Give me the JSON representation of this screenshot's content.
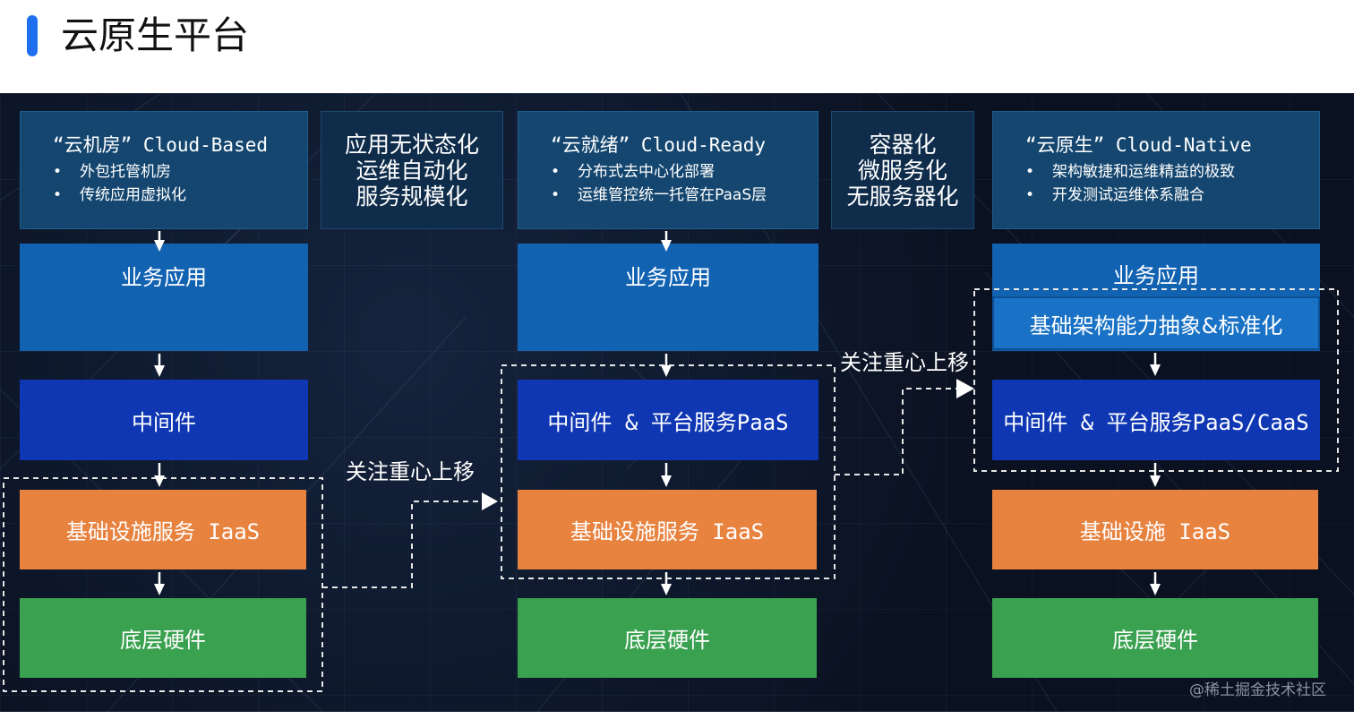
{
  "header": {
    "title": "云原生平台"
  },
  "stages": [
    {
      "title": "“云机房” Cloud-Based",
      "bullets": [
        "外包托管机房",
        "传统应用虚拟化"
      ],
      "layers": {
        "app": "业务应用",
        "middleware": "中间件",
        "iaas": "基础设施服务 IaaS",
        "hardware": "底层硬件"
      }
    },
    {
      "title": "“云就绪” Cloud-Ready",
      "bullets": [
        "分布式去中心化部署",
        "运维管控统一托管在PaaS层"
      ],
      "layers": {
        "app": "业务应用",
        "middleware": "中间件 & 平台服务PaaS",
        "iaas": "基础设施服务 IaaS",
        "hardware": "底层硬件"
      }
    },
    {
      "title": "“云原生” Cloud-Native",
      "bullets": [
        "架构敏捷和运维精益的极致",
        "开发测试运维体系融合"
      ],
      "layers": {
        "app": "业务应用",
        "standard": "基础架构能力抽象&标准化",
        "middleware": "中间件 & 平台服务PaaS/CaaS",
        "iaas": "基础设施 IaaS",
        "hardware": "底层硬件"
      }
    }
  ],
  "transitions": [
    {
      "lines": [
        "应用无状态化",
        "运维自动化",
        "服务规模化"
      ]
    },
    {
      "lines": [
        "容器化",
        "微服务化",
        "无服务器化"
      ]
    }
  ],
  "shift_labels": [
    "关注重心上移",
    "关注重心上移"
  ],
  "watermark": "@稀土掘金技术社区"
}
